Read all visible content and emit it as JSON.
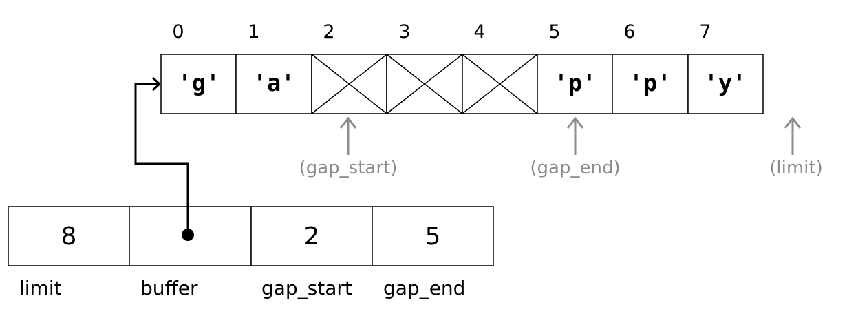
{
  "buffer": {
    "indices": [
      "0",
      "1",
      "2",
      "3",
      "4",
      "5",
      "6",
      "7"
    ],
    "cells": [
      "'g'",
      "'a'",
      "",
      "",
      "",
      "'p'",
      "'p'",
      "'y'"
    ],
    "gap_cells": [
      2,
      3,
      4
    ]
  },
  "pointers": {
    "gap_start": {
      "label": "(gap_start)",
      "index": 2
    },
    "gap_end": {
      "label": "(gap_end)",
      "index": 5
    },
    "limit": {
      "label": "(limit)",
      "index": 8
    }
  },
  "struct": {
    "fields": [
      {
        "value": "8",
        "label": "limit"
      },
      {
        "value": "",
        "label": "buffer"
      },
      {
        "value": "2",
        "label": "gap_start"
      },
      {
        "value": "5",
        "label": "gap_end"
      }
    ]
  },
  "colors": {
    "pointer_gray": "#8c8c8c",
    "line": "#000000"
  }
}
